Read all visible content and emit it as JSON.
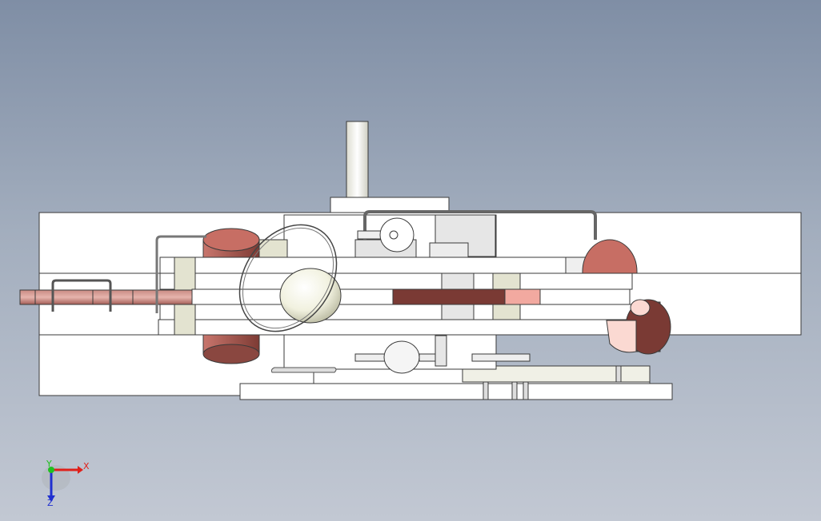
{
  "viewport": {
    "background_top": "#7f8ea5",
    "background_bottom": "#c2c8d3"
  },
  "model": {
    "part_face_color": "#ffffff",
    "part_edge_color": "#3a3a3a",
    "shaded_face_color": "#e3e3d8",
    "copper_color": "#b06a62",
    "copper_dark_color": "#7a3a34",
    "light_pink_color": "#f2c6bf",
    "sphere_color": "#f4f4e4"
  },
  "triad": {
    "x_label": "X",
    "y_label": "Y",
    "z_label": "Z",
    "x_color": "#e0201a",
    "y_color": "#20c020",
    "z_color": "#2030d0"
  }
}
